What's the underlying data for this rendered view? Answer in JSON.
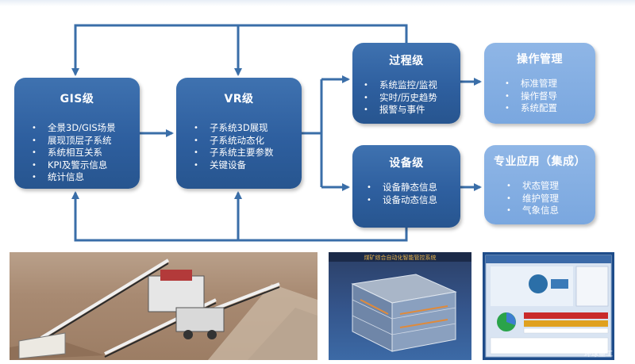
{
  "boxes": {
    "gis": {
      "title": "GIS级",
      "items": [
        "全景3D/GIS场景",
        "展现顶层子系统",
        "系统相互关系",
        "KPI及警示信息",
        "统计信息"
      ]
    },
    "vr": {
      "title": "VR级",
      "items": [
        "子系统3D展现",
        "子系统动态化",
        "子系统主要参数",
        "关键设备"
      ]
    },
    "process": {
      "title": "过程级",
      "items": [
        "系统监控/监视",
        "实时/历史趋势",
        "报警与事件"
      ]
    },
    "operations": {
      "title": "操作管理",
      "items": [
        "标准管理",
        "操作督导",
        "系统配置"
      ]
    },
    "device": {
      "title": "设备级",
      "items": [
        "设备静态信息",
        "设备动态信息"
      ]
    },
    "application": {
      "title": "专业应用（集成）",
      "items": [
        "状态管理",
        "维护管理",
        "气象信息"
      ]
    }
  },
  "images": {
    "crusher_photo": "mobile-crusher-conveyor-photo",
    "model_photo": "3d-building-model-screenshot",
    "screen_photo": "monitoring-software-screenshot",
    "model_header": "煤矿综合自动化智能管控系统",
    "watermark": "环球重工"
  },
  "colors": {
    "dark_box": "#2e5f9f",
    "light_box": "#7aa7df",
    "arrow": "#3a6ea8"
  }
}
